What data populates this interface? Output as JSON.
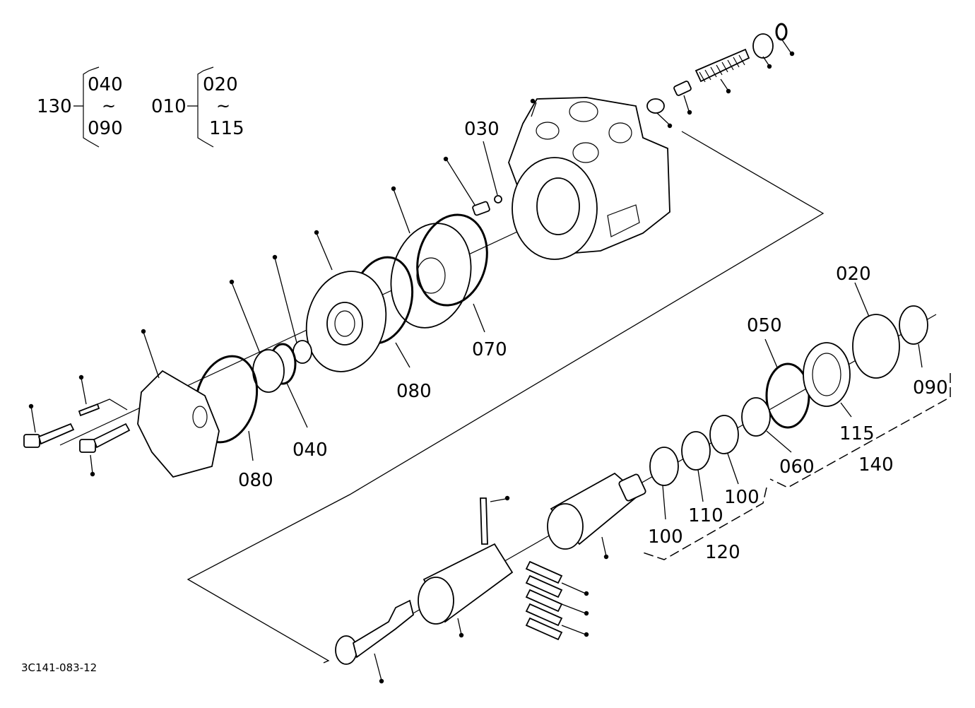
{
  "ref_number": "3C141-083-12",
  "legend": [
    {
      "id": "130",
      "from": "040",
      "to": "090",
      "tilde": "~"
    },
    {
      "id": "010",
      "from": "020",
      "to": "115",
      "tilde": "~"
    }
  ],
  "labels": {
    "l030": "030",
    "l070": "070",
    "l080a": "080",
    "l080b": "080",
    "l040": "040",
    "l050": "050",
    "l020": "020",
    "l090": "090",
    "l115": "115",
    "l140": "140",
    "l060": "060",
    "l100a": "100",
    "l100b": "100",
    "l110": "110",
    "l120": "120"
  }
}
